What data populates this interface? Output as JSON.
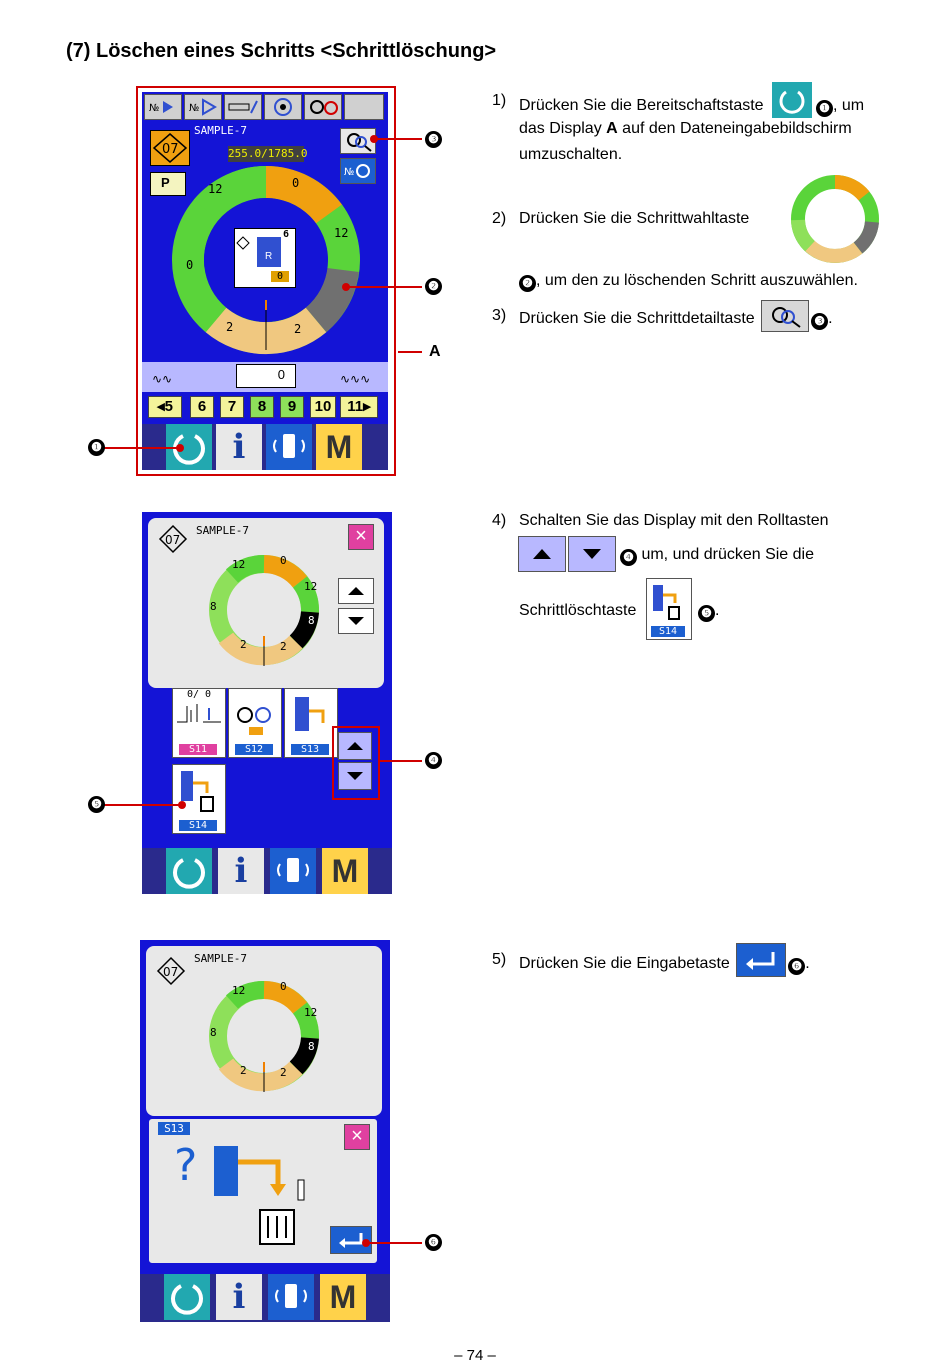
{
  "heading": "(7) Löschen eines Schritts <Schrittlöschung>",
  "page_number": "– 74 –",
  "colors": {
    "panel_blue": "#1414d6",
    "callout_red": "#d00000",
    "ready_teal": "#22a8b0",
    "step_green": "#5ad43a",
    "step_orange": "#f0a010",
    "step_tan": "#f0c880",
    "step_gray": "#707070"
  },
  "steps": {
    "s1": {
      "num": "1)",
      "line1_a": "Drücken Sie die Bereitschaftstaste",
      "line1_b": ", um",
      "line2_a": "das Display ",
      "line2_bold": "A",
      "line2_b": " auf den Dateneingabebildschirm",
      "line3": "umzuschalten.",
      "marker": "❶"
    },
    "s2": {
      "num": "2)",
      "line1": "Drücken Sie die Schrittwahltaste",
      "line2": ", um den zu löschenden Schritt auszuwählen.",
      "marker": "❷"
    },
    "s3": {
      "num": "3)",
      "line1": "Drücken Sie die Schrittdetailtaste",
      "marker": "❸",
      "end": "."
    },
    "s4": {
      "num": "4)",
      "line1": "Schalten Sie das Display mit den Rolltasten",
      "line2": "um, und drücken Sie die",
      "line3": "Schrittlöschtaste",
      "marker4": "❹",
      "marker5": "❺",
      "end": "."
    },
    "s5": {
      "num": "5)",
      "line1": "Drücken Sie die Eingabetaste",
      "marker": "❻",
      "end": "."
    }
  },
  "screen1": {
    "pattern_no": "07",
    "name": "SAMPLE-7",
    "counter": "255.0/1785.0",
    "file_icon": "P",
    "ring_labels": [
      "12",
      "0",
      "12",
      "2",
      "2",
      "0"
    ],
    "pressure_value": "0",
    "step_keys": [
      "5",
      "6",
      "7",
      "8",
      "9",
      "10",
      "11"
    ],
    "label_A": "A",
    "callouts": [
      "❶",
      "❷",
      "❸"
    ],
    "center_badges": [
      "6",
      "R",
      "0"
    ]
  },
  "screen2": {
    "pattern_no": "07",
    "name": "SAMPLE-7",
    "ring_labels": [
      "12",
      "0",
      "12",
      "8",
      "2",
      "2",
      "8"
    ],
    "s11_counter": "0/ 0",
    "tiles": [
      "S11",
      "S12",
      "S13",
      "S14"
    ],
    "callouts": [
      "❹",
      "❺"
    ],
    "close": "×"
  },
  "screen3": {
    "pattern_no": "07",
    "name": "SAMPLE-7",
    "ring_labels": [
      "12",
      "0",
      "12",
      "8",
      "2",
      "2",
      "8"
    ],
    "dialog_tag": "S13",
    "question": "?",
    "callouts": [
      "❻"
    ],
    "close": "×"
  },
  "bottom_bar": {
    "info": "i",
    "mode": "M"
  },
  "icons": [
    "ready-icon",
    "info-icon",
    "communication-icon",
    "mode-icon",
    "zoom-detail-icon",
    "scroll-up-icon",
    "scroll-down-icon",
    "step-delete-icon",
    "enter-icon",
    "close-icon",
    "trash-icon"
  ]
}
